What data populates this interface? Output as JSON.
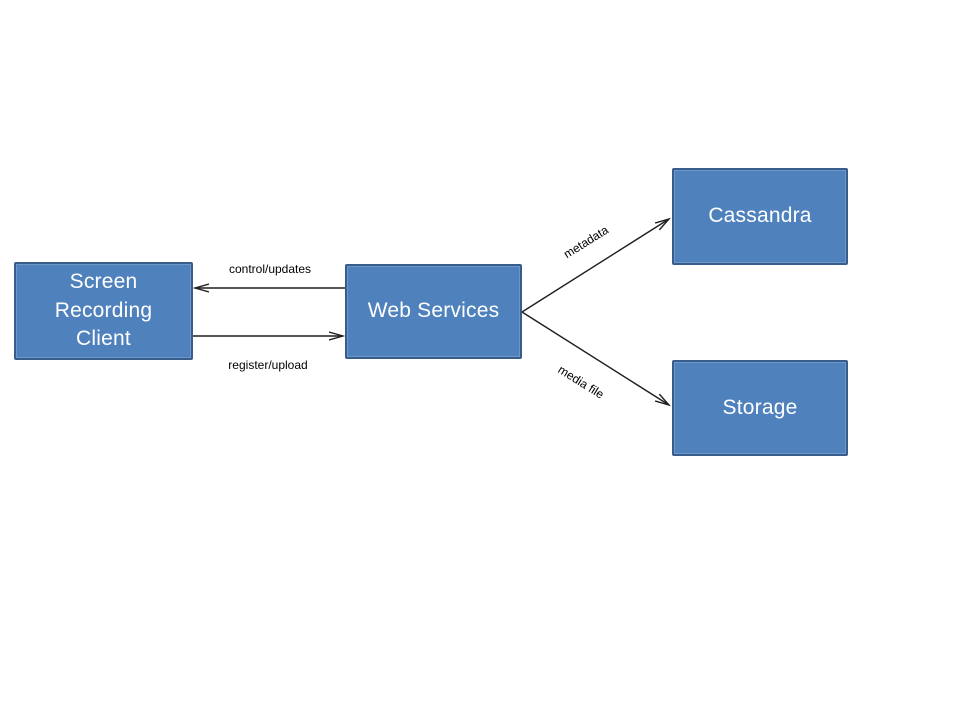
{
  "diagram": {
    "colors": {
      "node_fill": "#4f81bd",
      "node_border": "#385d8a",
      "node_text": "#ffffff",
      "arrow": "#1f1f1f",
      "background": "#ffffff"
    },
    "nodes": [
      {
        "id": "screen-recording-client",
        "label": "Screen\nRecording\nClient"
      },
      {
        "id": "web-services",
        "label": "Web Services"
      },
      {
        "id": "cassandra",
        "label": "Cassandra"
      },
      {
        "id": "storage",
        "label": "Storage"
      }
    ],
    "edges": [
      {
        "id": "control-updates",
        "label": "control/updates",
        "from": "web-services",
        "to": "screen-recording-client",
        "direction": "left"
      },
      {
        "id": "register-upload",
        "label": "register/upload",
        "from": "screen-recording-client",
        "to": "web-services",
        "direction": "right"
      },
      {
        "id": "metadata",
        "label": "metadata",
        "from": "web-services",
        "to": "cassandra",
        "direction": "up-right"
      },
      {
        "id": "media-file",
        "label": "media file",
        "from": "web-services",
        "to": "storage",
        "direction": "down-right"
      }
    ]
  }
}
